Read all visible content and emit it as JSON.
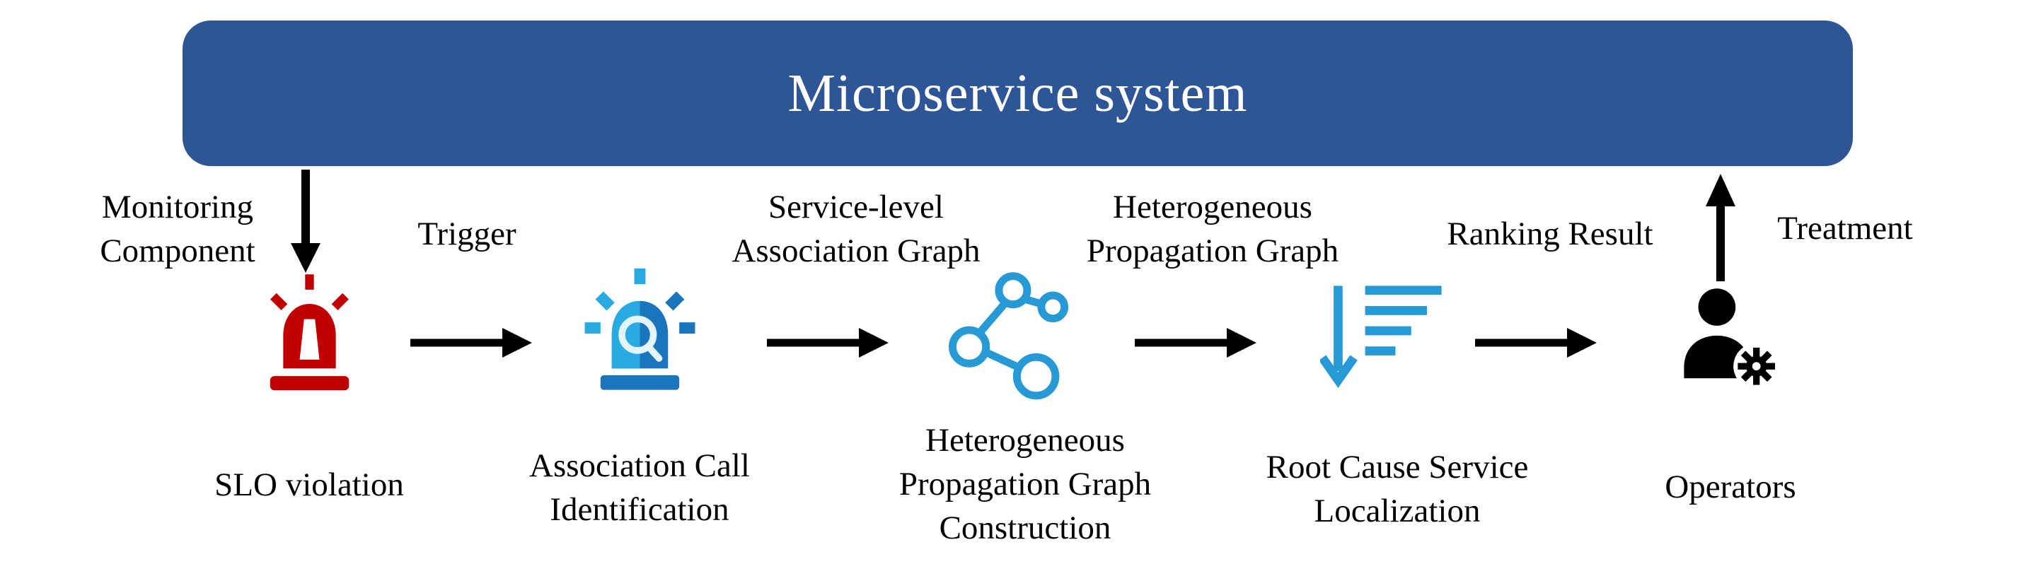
{
  "banner": {
    "title": "Microservice system"
  },
  "annotations": {
    "monitoring": "Monitoring\nComponent",
    "trigger": "Trigger",
    "service_level_graph": "Service-level\nAssociation Graph",
    "heterogeneous_graph": "Heterogeneous\nPropagation Graph",
    "ranking_result": "Ranking Result",
    "treatment": "Treatment"
  },
  "steps": [
    {
      "label": "SLO violation",
      "icon": "alarm-siren-icon"
    },
    {
      "label": "Association Call\nIdentification",
      "icon": "siren-search-icon"
    },
    {
      "label": "Heterogeneous\nPropagation Graph\nConstruction",
      "icon": "propagation-graph-icon"
    },
    {
      "label": "Root Cause Service\nLocalization",
      "icon": "ranking-icon"
    },
    {
      "label": "Operators",
      "icon": "operator-icon"
    }
  ],
  "colors": {
    "banner_bg": "#2E5596",
    "alarm_red": "#C00000",
    "icon_blue_light": "#29ABE2",
    "icon_blue_dark": "#1B75BC",
    "icon_blue": "#2799D4",
    "black": "#000000"
  }
}
